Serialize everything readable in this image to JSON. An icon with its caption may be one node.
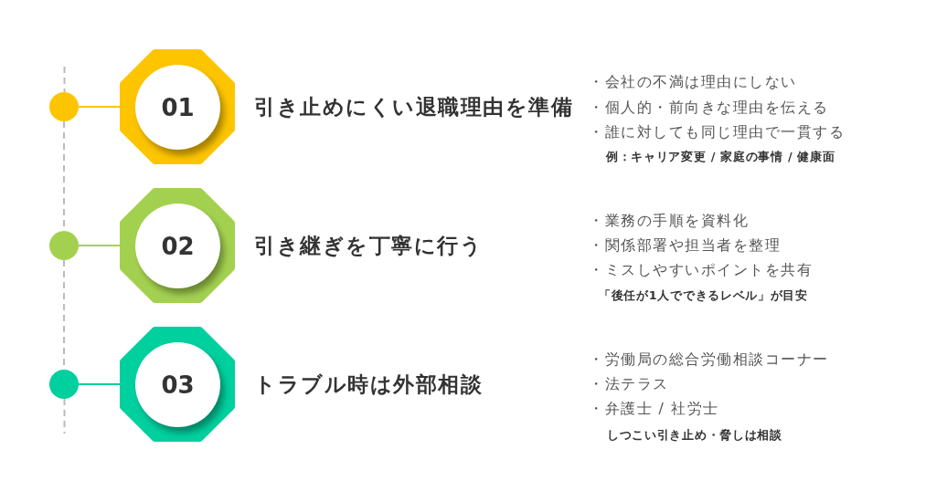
{
  "diagram": {
    "nodes": [
      {
        "text": [],
        "shape": "circle"
      },
      {
        "text": [],
        "shape": "octagon",
        "beside": [
          "引き止めにくい退職理由を準備"
        ]
      },
      {
        "text": [
          "01"
        ],
        "in": 1
      },
      {
        "text": [],
        "shape": "circle"
      },
      {
        "text": [],
        "shape": "octagon",
        "beside": [
          "引き継ぎを丁寧に行う"
        ]
      },
      {
        "text": [
          "02"
        ],
        "in": 4
      },
      {
        "text": [],
        "shape": "circle"
      },
      {
        "text": [],
        "shape": "octagon",
        "beside": [
          "トラブル時は外部相談"
        ]
      },
      {
        "text": [
          "03"
        ],
        "in": 7
      }
    ],
    "edges": [
      {
        "from": 0,
        "to": 1,
        "arrow": "none",
        "color": "#fdc400"
      },
      {
        "from": 3,
        "to": 4,
        "arrow": "none",
        "color": "#a3d14f"
      },
      {
        "from": 6,
        "to": 7,
        "arrow": "none",
        "color": "#00cf9e"
      },
      {
        "from": 0,
        "to": 3,
        "arrow": "none",
        "style": "dashed",
        "color": "#bbbbbb"
      },
      {
        "from": 3,
        "to": 6,
        "arrow": "none",
        "style": "dashed",
        "color": "#bbbbbb"
      }
    ],
    "labels": [
      "・会社の不満は理由にしない",
      "・個人的・前向きな理由を伝える",
      "・誰に対しても同じ理由で一貫する",
      "例：キャリア変更 / 家庭の事情 / 健康面",
      "・業務の手順を資料化",
      "・関係部署や担当者を整理",
      "・ミスしやすいポイントを共有",
      "「後任が1人でできるレベル」が目安",
      "・労働局の総合労働相談コーナー",
      "・法テラス",
      "・弁護士 / 社労士",
      "しつこい引き止め・脅しは相談"
    ]
  }
}
